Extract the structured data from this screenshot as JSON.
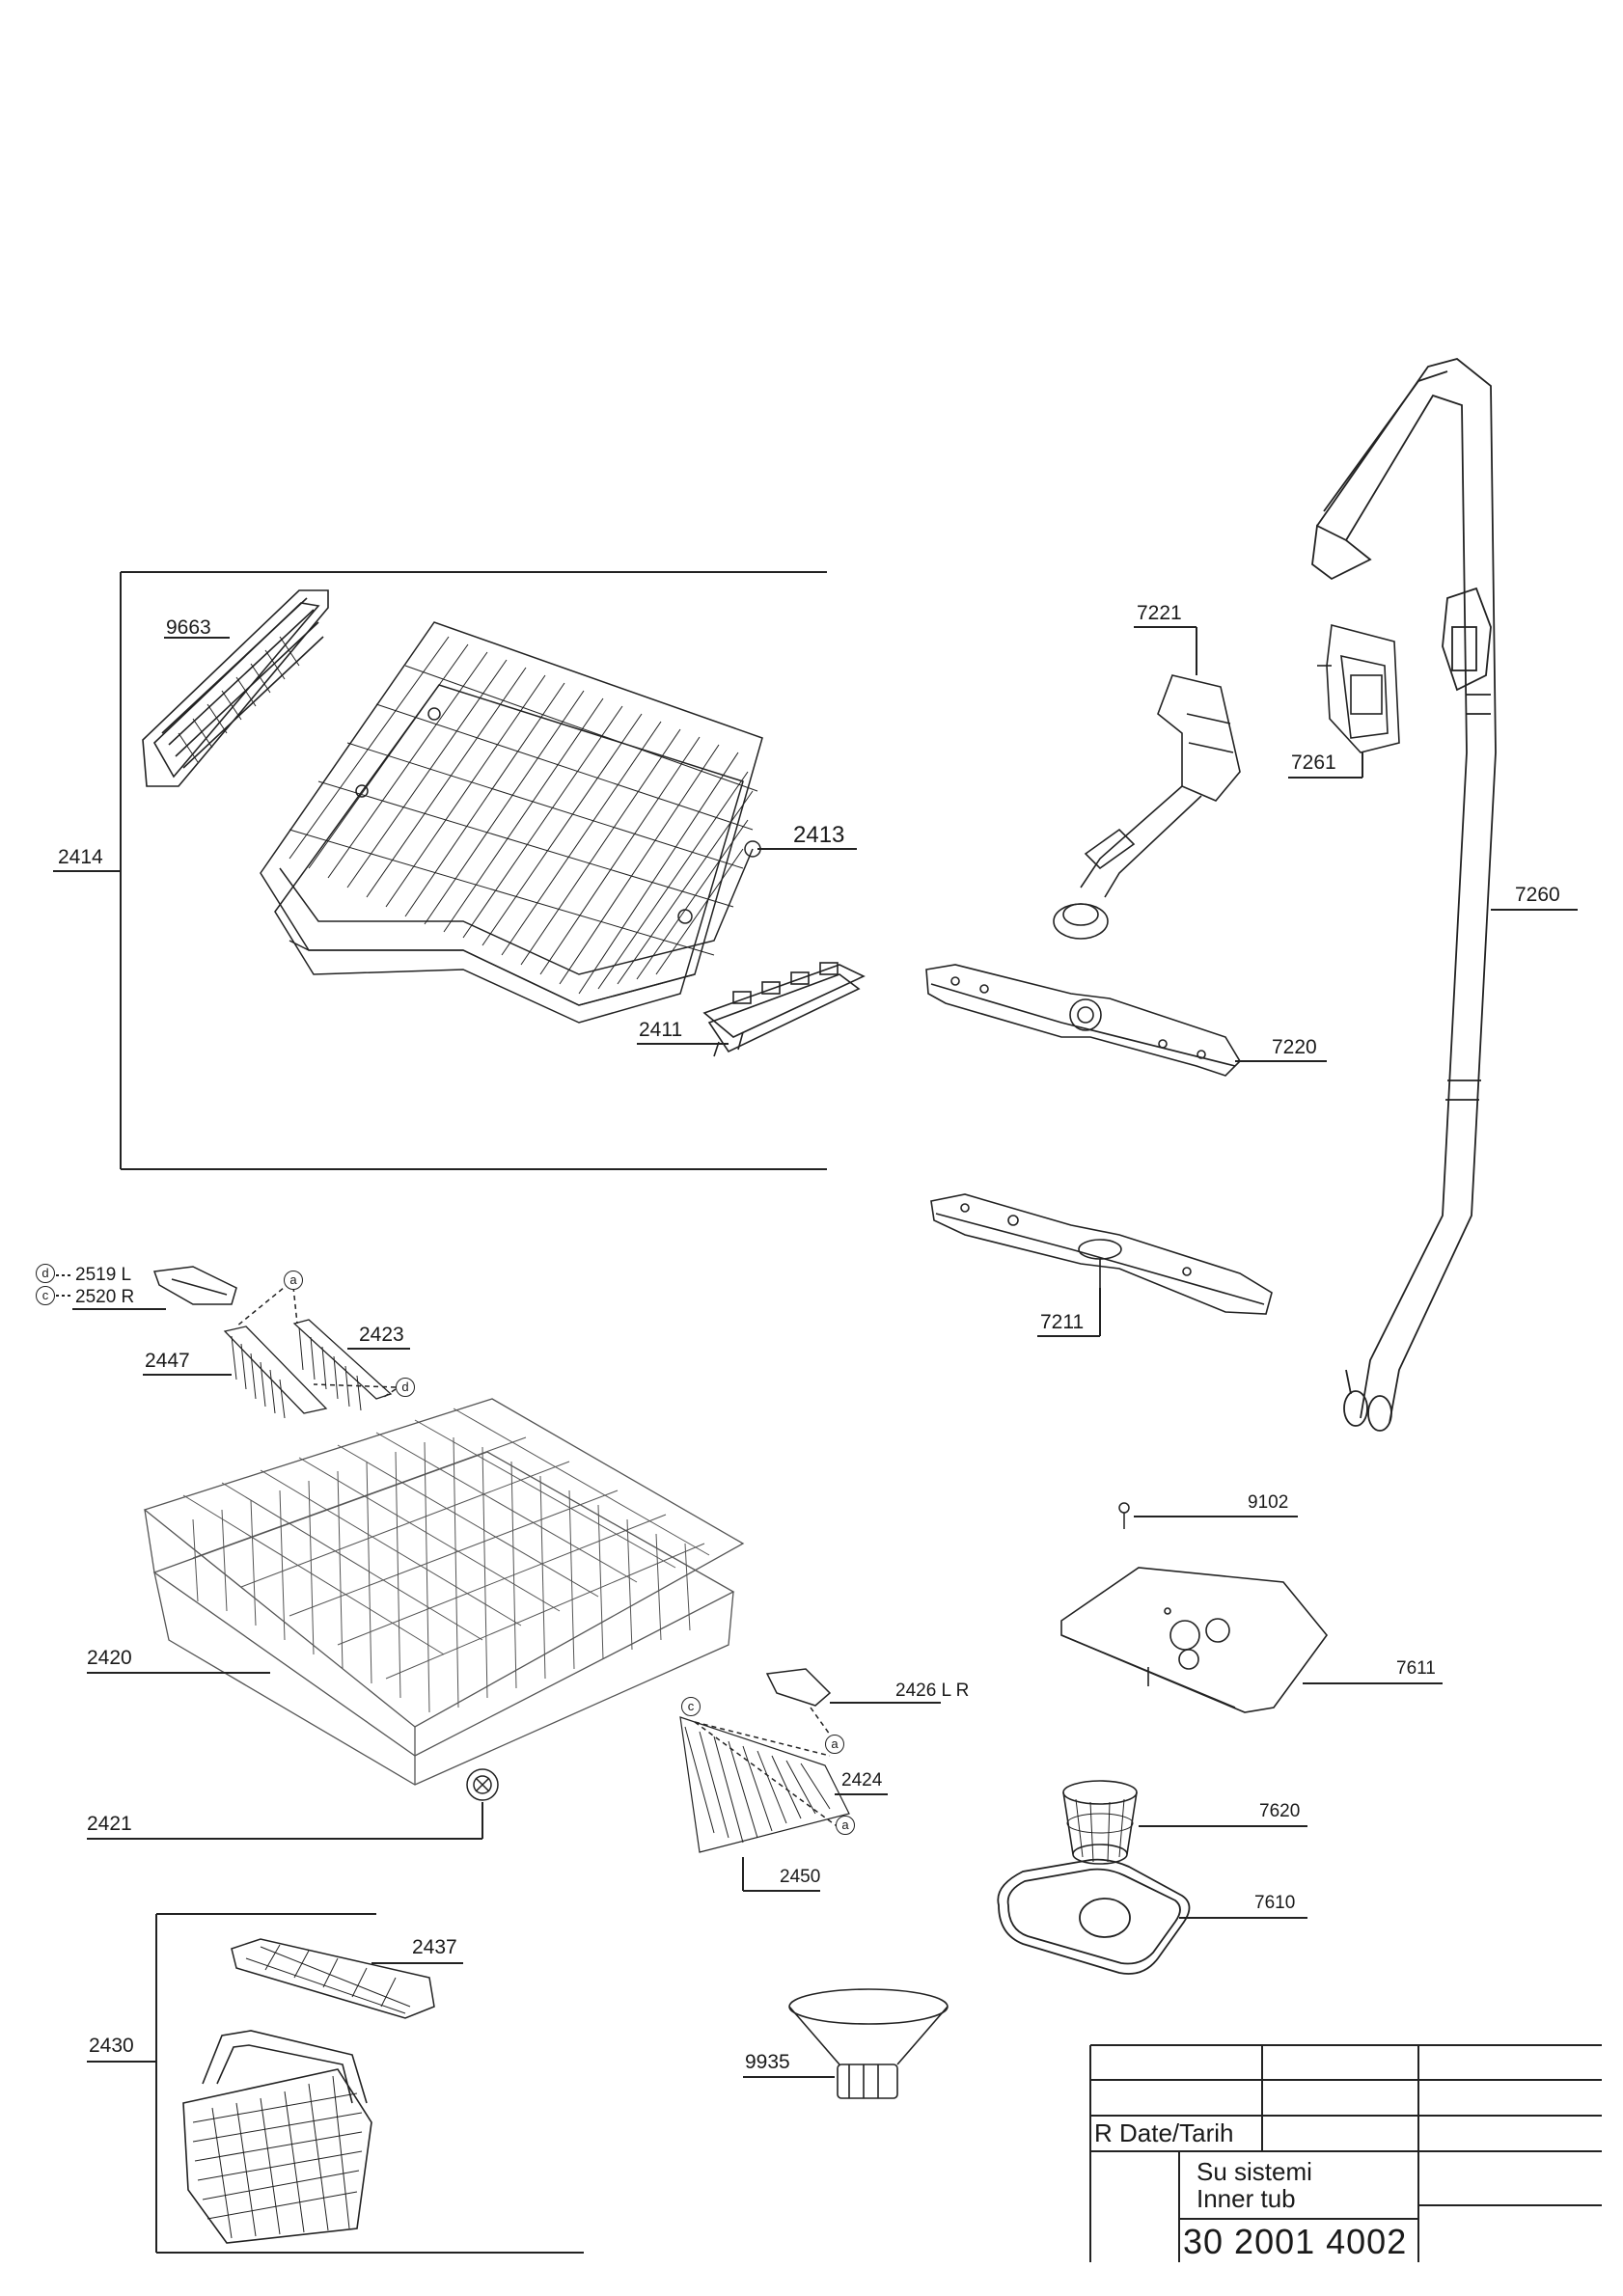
{
  "parts": {
    "p9663": "9663",
    "p2414": "2414",
    "p2413": "2413",
    "p2411": "2411",
    "p7221": "7221",
    "p7261": "7261",
    "p7260": "7260",
    "p7220": "7220",
    "p7211": "7211",
    "p2519": "2519 L",
    "p2520": "2520 R",
    "p2423": "2423",
    "p2447": "2447",
    "p2420": "2420",
    "p2426": "2426 L R",
    "p2424": "2424",
    "p2421": "2421",
    "p2450": "2450",
    "p2437": "2437",
    "p2430": "2430",
    "p9935": "9935",
    "p9102": "9102",
    "p7611": "7611",
    "p7620": "7620",
    "p7610": "7610"
  },
  "markers": {
    "a": "a",
    "c": "c",
    "d": "d"
  },
  "title_block": {
    "revision_label": "R  Date/Tarih",
    "title_tr": "Su sistemi",
    "title_en": "Inner tub",
    "doc_number": "30 2001 4002"
  }
}
